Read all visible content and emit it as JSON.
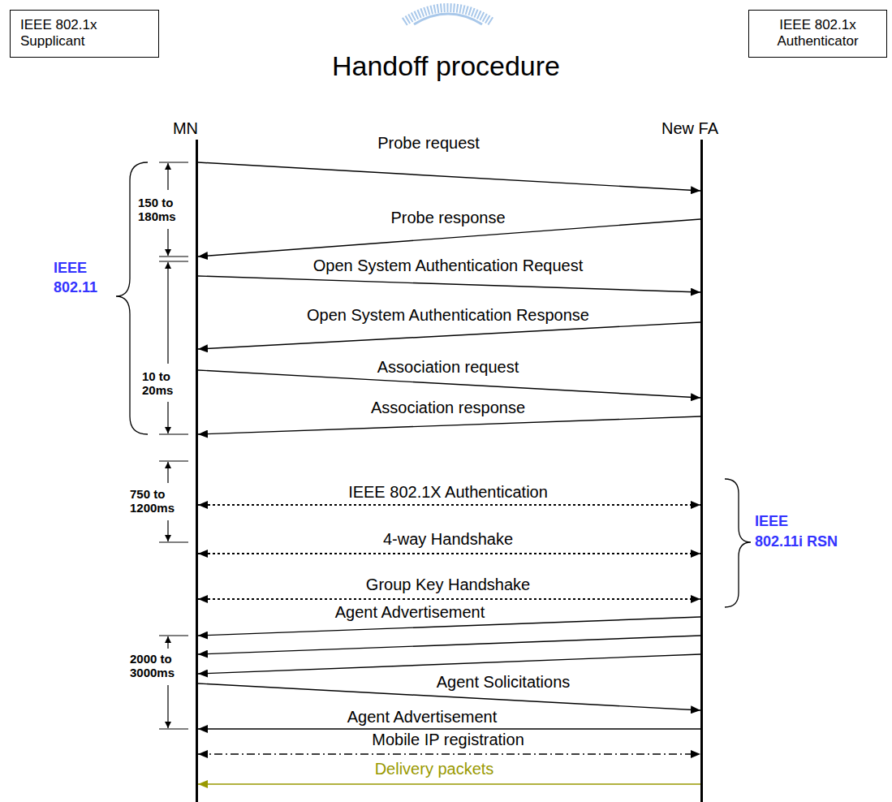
{
  "diagram": {
    "title": "Handoff procedure",
    "nodes": [
      {
        "text": [
          "IEEE 802.1x Supplicant"
        ]
      },
      {
        "text": [
          "MN"
        ]
      },
      {
        "text": [
          "New FA"
        ]
      },
      {
        "text": [
          "IEEE 802.1x Authenticator"
        ]
      }
    ],
    "edges": [
      {
        "from": 1,
        "to": 2,
        "arrow": "to",
        "label": "Probe request"
      },
      {
        "from": 2,
        "to": 1,
        "arrow": "to",
        "label": "Probe response"
      },
      {
        "from": 1,
        "to": 2,
        "arrow": "to",
        "label": "Open System Authentication Request"
      },
      {
        "from": 2,
        "to": 1,
        "arrow": "to",
        "label": "Open System Authentication Response"
      },
      {
        "from": 1,
        "to": 2,
        "arrow": "to",
        "label": "Association request"
      },
      {
        "from": 2,
        "to": 1,
        "arrow": "to",
        "label": "Association response"
      },
      {
        "from": 1,
        "to": 2,
        "arrow": "both",
        "label": "IEEE 802.1X Authentication"
      },
      {
        "from": 1,
        "to": 2,
        "arrow": "both",
        "label": "4-way Handshake"
      },
      {
        "from": 1,
        "to": 2,
        "arrow": "both",
        "label": "Group Key Handshake"
      },
      {
        "from": 2,
        "to": 1,
        "arrow": "to",
        "label": "Agent Advertisement"
      },
      {
        "from": 2,
        "to": 1,
        "arrow": "to"
      },
      {
        "from": 2,
        "to": 1,
        "arrow": "to"
      },
      {
        "from": 1,
        "to": 2,
        "arrow": "to",
        "label": "Agent Solicitations"
      },
      {
        "from": 2,
        "to": 1,
        "arrow": "to",
        "label": "Agent Advertisement"
      },
      {
        "from": 1,
        "to": 2,
        "arrow": "both",
        "label": "Mobile IP registration"
      },
      {
        "from": 2,
        "to": 1,
        "arrow": "to",
        "label": "Delivery packets"
      }
    ],
    "labels": [
      "150 to 180ms",
      "IEEE 802.11",
      "10 to 20ms",
      "750 to 1200ms",
      "IEEE 802.11i RSN",
      "2000 to 3000ms"
    ]
  }
}
